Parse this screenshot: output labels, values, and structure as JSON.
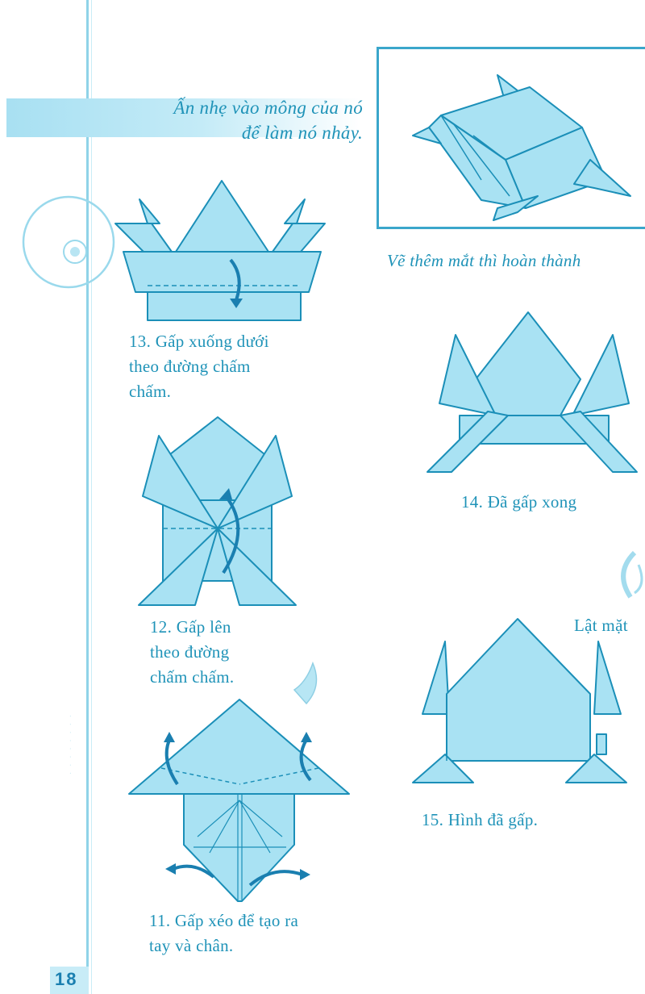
{
  "intro": {
    "line1": "Ấn nhẹ vào mông của nó",
    "line2": "để làm nó nhảy."
  },
  "steps": {
    "s11": [
      "11. Gấp xéo để tạo ra",
      "tay và chân."
    ],
    "s12": [
      "12. Gấp lên",
      "theo đường",
      "chấm chấm."
    ],
    "s13": [
      "13. Gấp xuống dưới",
      "theo đường chấm",
      "chấm."
    ],
    "s14": "14. Đã gấp xong",
    "s15": "15. Hình đã gấp.",
    "final": "Vẽ thêm mắt thì hoàn thành"
  },
  "flip_label": "Lật mặt",
  "page_number": "18",
  "colors": {
    "paper_fill": "#a9e2f3",
    "line": "#1b8fb8",
    "arrow": "#1a7fb0",
    "band": "#b7e6f4"
  }
}
